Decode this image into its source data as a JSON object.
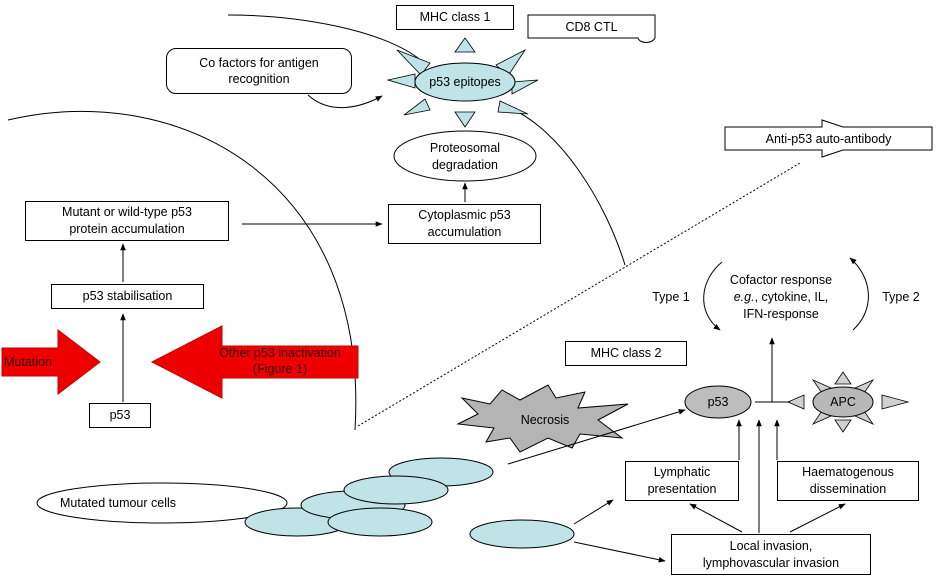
{
  "colors": {
    "red_arrow": "#ee0000",
    "cell_fill": "#bfe3e6",
    "star_fill": "#bfe3e6",
    "gray_fill": "#bdbdbd",
    "necrosis_fill": "#b4b4b4"
  },
  "labels": {
    "mhc_class_1": "MHC class 1",
    "cd8_ctl": "CD8 CTL",
    "cofactors_line1": "Co factors for antigen",
    "cofactors_line2": "recognition",
    "p53_epitopes": "p53 epitopes",
    "proteosomal_line1": "Proteosomal",
    "proteosomal_line2": "degradation",
    "anti_p53": "Anti-p53 auto-antibody",
    "mutant_line1": "Mutant or wild-type p53",
    "mutant_line2": "protein accumulation",
    "cyto_line1": "Cytoplasmic p53",
    "cyto_line2": "accumulation",
    "stabilisation": "p53 stabilisation",
    "mutation": "Mutation",
    "other_line1": "Other p53 inactivation",
    "other_line2": "(Figure 1)",
    "p53_box": "p53",
    "type1": "Type 1",
    "type2": "Type 2",
    "cof_line1": "Cofactor response",
    "cof_line2_italic": "e.g.",
    "cof_line2_rest": ", cytokine, IL,",
    "cof_line3": "IFN-response",
    "mhc_class_2": "MHC class 2",
    "p53_node": "p53",
    "apc": "APC",
    "necrosis": "Necrosis",
    "mutated_cells": "Mutated tumour cells",
    "lymph_line1": "Lymphatic",
    "lymph_line2": "presentation",
    "haem_line1": "Haematogenous",
    "haem_line2": "dissemination",
    "local_line1": "Local invasion,",
    "local_line2": "lymphovascular invasion"
  }
}
